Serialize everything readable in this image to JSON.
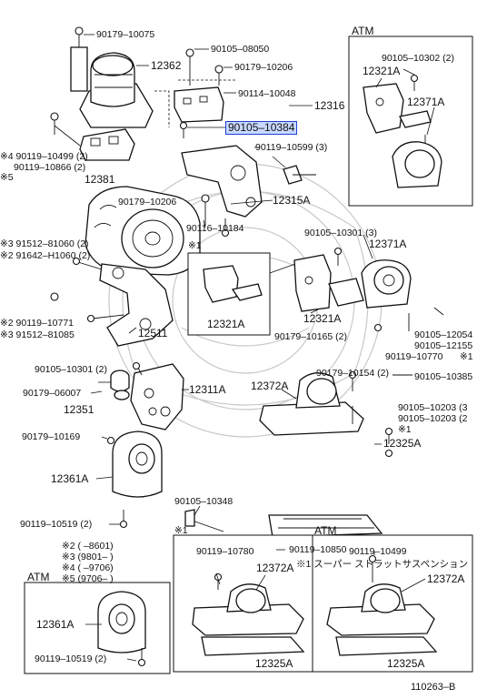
{
  "sections": {
    "atm_top": "ATM",
    "atm_bottom_left": "ATM",
    "atm_bottom_right": "ATM",
    "note1_detail": "※1",
    "note1_bottom": "※1",
    "note1_right_edge": "※1"
  },
  "labels": {
    "p90179_10075": "90179–10075",
    "p12362": "12362",
    "p90105_08050": "90105–08050",
    "p90179_10206_top": "90179–10206",
    "p90114_10048": "90114–10048",
    "p12316": "12316",
    "p90105_10384": "90105–10384",
    "p90119_10599": "90119–10599 (3)",
    "n4_90119_10499": "※4 90119–10499 (2)",
    "n5_90119_10866": "90119–10866 (2)",
    "n5_mark": "※5",
    "p12381": "12381",
    "p90179_10206_mid": "90179–10206",
    "p12315a": "12315A",
    "p90116_10184": "90116–10184",
    "n3_91512_81060": "※3 91512–81060 (2)",
    "n2_91642_h1060": "※2 91642–H1060 (2)",
    "p90105_10301_3": "90105–10301 (3)",
    "p12371a_mid": "12371A",
    "p12321a_detail": "12321A",
    "p12321a_mid": "12321A",
    "n2_90119_10771": "※2 90119–10771",
    "n3_91512_81085": "※3 91512–81085",
    "p12511": "12511",
    "p90179_10165": "90179–10165 (2)",
    "p90119_10770": "90119–10770",
    "p90105_12054": "90105–12054",
    "p90105_12155": "90105–12155",
    "p90105_10301_2": "90105–10301 (2)",
    "p12311a": "12311A",
    "p90179_10154": "90179–10154 (2)",
    "p90179_06007": "90179–06007",
    "p12351": "12351",
    "p12372a_mid": "12372A",
    "p90105_10385": "90105–10385",
    "p90105_10203_a": "90105–10203 (3",
    "p90105_10203_b": "90105–10203 (2",
    "p12325a_mid": "12325A",
    "p90179_10169": "90179–10169",
    "p12361a_mid": "12361A",
    "p90105_10348": "90105–10348",
    "p90119_10850": "90119–10850",
    "strut_note": "※1 スーパー ストラットサスペンション",
    "p90119_10519_mid": "90119–10519 (2)",
    "p12321a_atm": "12321A",
    "p90105_10302": "90105–10302 (2)",
    "p12371a_atm": "12371A",
    "p90119_10780": "90119–10780",
    "p12372a_bl": "12372A",
    "p12325a_bl": "12325A",
    "p90119_10499_br": "90119–10499",
    "p12372a_br": "12372A",
    "p12325a_br": "12325A",
    "p12361a_atm": "12361A",
    "p90119_10519_atm": "90119–10519 (2)",
    "diagram_id": "110263–B"
  },
  "legend": {
    "line1": "※2 (   –8601)",
    "line2": "※3 (9801–      )",
    "line3": "※4 (      –9706)",
    "line4": "※5 (9706–      )"
  }
}
